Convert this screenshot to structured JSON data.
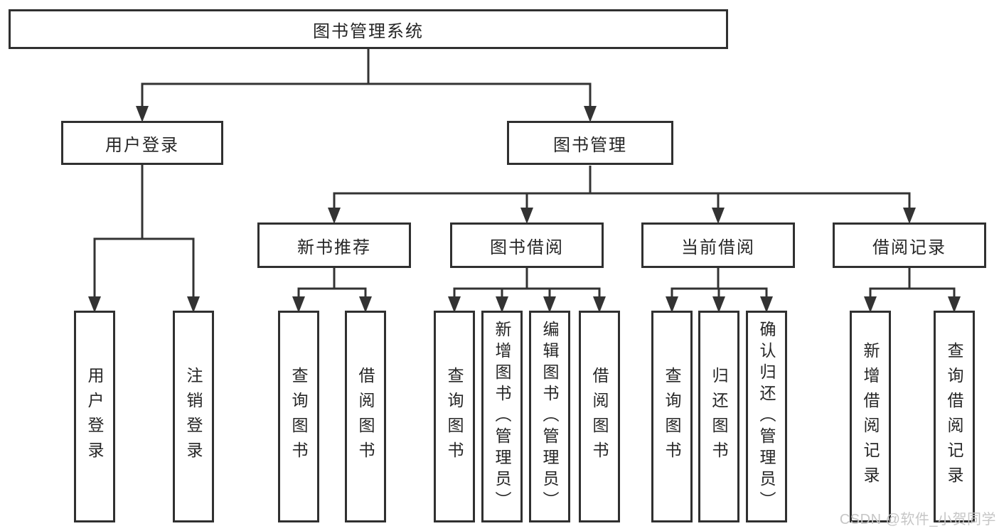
{
  "tree": {
    "label": "图书管理系统",
    "children": [
      {
        "label": "用户登录",
        "children": [
          {
            "label": "用户登录"
          },
          {
            "label": "注销登录"
          }
        ]
      },
      {
        "label": "图书管理",
        "children": [
          {
            "label": "新书推荐",
            "children": [
              {
                "label": "查询图书"
              },
              {
                "label": "借阅图书"
              }
            ]
          },
          {
            "label": "图书借阅",
            "children": [
              {
                "label": "查询图书"
              },
              {
                "label": "新增图书（管理员）"
              },
              {
                "label": "编辑图书（管理员）"
              },
              {
                "label": "借阅图书"
              }
            ]
          },
          {
            "label": "当前借阅",
            "children": [
              {
                "label": "查询图书"
              },
              {
                "label": "归还图书"
              },
              {
                "label": "确认归还（管理员）"
              }
            ]
          },
          {
            "label": "借阅记录",
            "children": [
              {
                "label": "新增借阅记录"
              },
              {
                "label": "查询借阅记录"
              }
            ]
          }
        ]
      }
    ]
  },
  "watermark": {
    "text": "CSDN @软件_小贺同学",
    "color": "#c6c6c6"
  },
  "colors": {
    "background": "#ffffff",
    "box_border": "#303030",
    "connector": "#333333",
    "text": "#262626"
  }
}
